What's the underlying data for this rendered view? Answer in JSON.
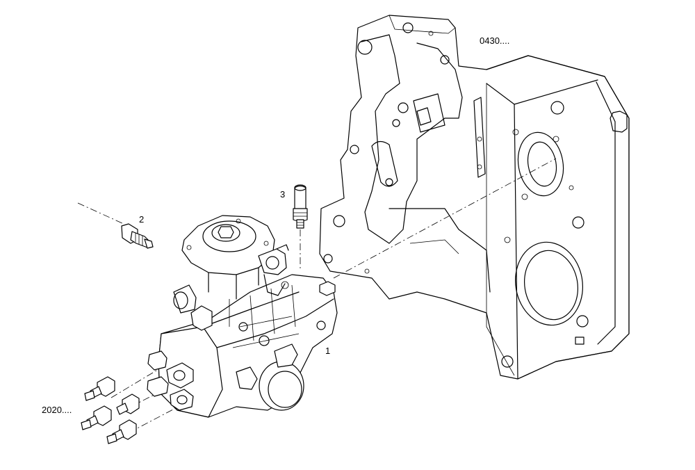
{
  "callouts": {
    "housing_ref": "0430....",
    "item_3": "3",
    "item_2": "2",
    "item_1": "1",
    "fittings_ref": "2020...."
  }
}
